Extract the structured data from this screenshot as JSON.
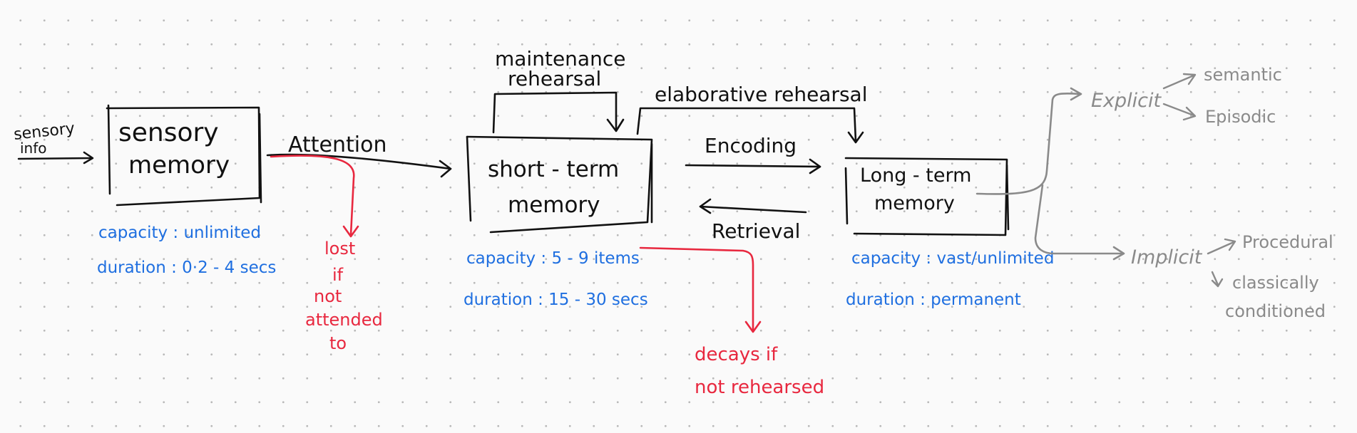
{
  "colors": {
    "ink": "#111111",
    "blue": "#1f6fe0",
    "red": "#e8283f",
    "gray": "#8a8a8a"
  },
  "inputs": {
    "sensory_info_line1": "sensory",
    "sensory_info_line2": "info"
  },
  "sensory": {
    "line1": "sensory",
    "line2": "memory",
    "capacity": "capacity : unlimited",
    "duration": "duration : 0·2 - 4 secs"
  },
  "attention": "Attention",
  "lost": [
    "lost",
    "if",
    "not",
    "attended",
    "to"
  ],
  "maintenance": {
    "line1": "maintenance",
    "line2": "rehearsal"
  },
  "elaborative": "elaborative rehearsal",
  "short_term": {
    "line1": "short - term",
    "line2": "memory",
    "capacity": "capacity : 5 - 9 items",
    "duration": "duration : 15 - 30 secs"
  },
  "decays": {
    "line1": "decays if",
    "line2": "not rehearsed"
  },
  "encoding": "Encoding",
  "retrieval": "Retrieval",
  "long_term": {
    "line1": "Long - term",
    "line2": "memory",
    "capacity": "capacity : vast/unlimited",
    "duration": "duration : permanent"
  },
  "explicit": {
    "label": "Explicit",
    "children": [
      "semantic",
      "Episodic"
    ]
  },
  "implicit": {
    "label": "Implicit",
    "children": [
      "Procedural",
      "classically",
      "conditioned"
    ]
  }
}
